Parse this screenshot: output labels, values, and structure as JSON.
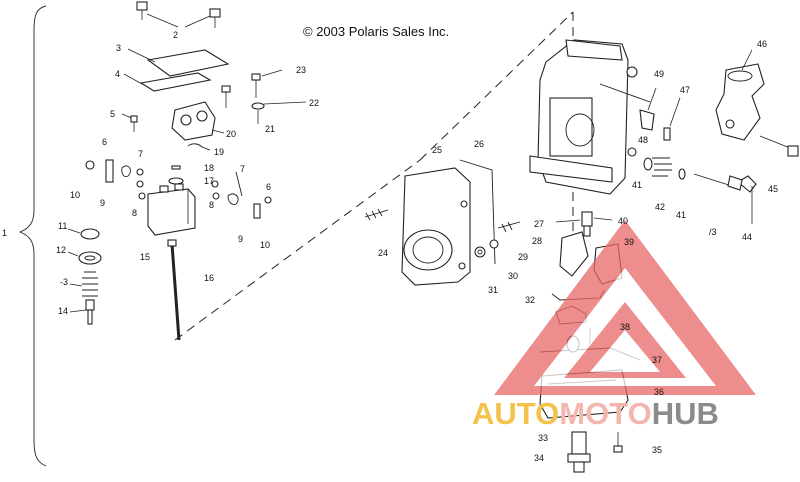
{
  "copyright": "© 2003 Polaris Sales Inc.",
  "copyright_symbol_note": "",
  "watermark": {
    "part1": "AUTO",
    "part2": "MOTO",
    "part3": "HUB",
    "color1": "#f4c24a",
    "color2": "#f2b6ae",
    "color3": "#8b8b8b"
  },
  "callouts": {
    "c1": "1",
    "c2": "2",
    "c3": "3",
    "c4": "4",
    "c5": "5",
    "c6a": "6",
    "c6b": "6",
    "c7a": "7",
    "c7b": "7",
    "c8a": "8",
    "c8b": "8",
    "c9a": "9",
    "c9b": "9",
    "c10a": "10",
    "c10b": "10",
    "c11": "11",
    "c12": "12",
    "c13": "-3",
    "c14": "14",
    "c15": "15",
    "c16": "16",
    "c17": "17",
    "c18": "18",
    "c19": "19",
    "c20": "20",
    "c21": "21",
    "c22": "22",
    "c23": "23",
    "c24": "24",
    "c25": "25",
    "c26": "26",
    "c27": "27",
    "c28": "28",
    "c29": "29",
    "c30": "30",
    "c31": "31",
    "c32": "32",
    "c33": "33",
    "c34": "34",
    "c35": "35",
    "c36": "36",
    "c37": "37",
    "c38": "38",
    "c39": "39",
    "c40": "40",
    "c41a": "41",
    "c41b": "41",
    "c42": "42",
    "c43": "/3",
    "c44": "44",
    "c45": "45",
    "c46": "46",
    "c47": "47",
    "c48": "48",
    "c49": "49"
  }
}
